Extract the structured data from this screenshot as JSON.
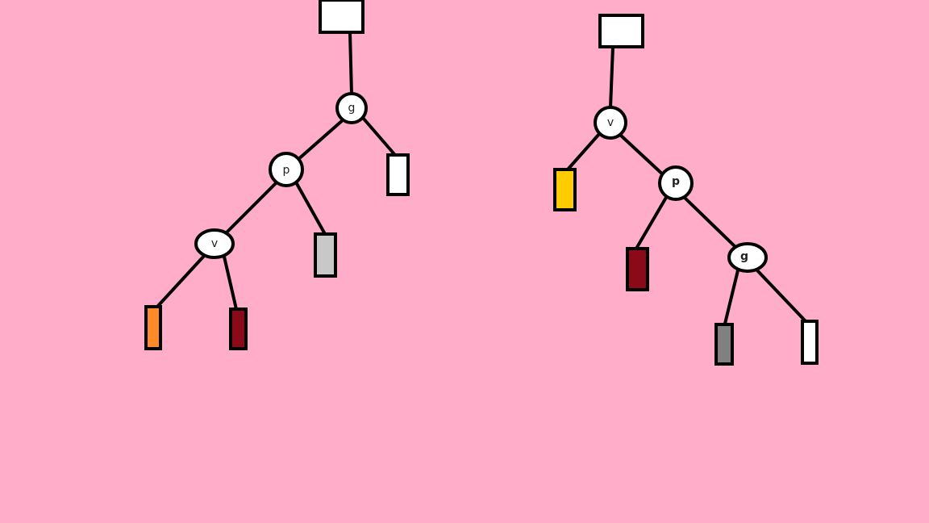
{
  "background": "#ffadc8",
  "trees": [
    {
      "id": "left",
      "nodes": [
        {
          "key": "g",
          "label": "g"
        },
        {
          "key": "p",
          "label": "p"
        },
        {
          "key": "v",
          "label": "v"
        }
      ],
      "leaves": [
        {
          "key": "top",
          "color": "#ffffff"
        },
        {
          "key": "g-right",
          "color": "#ffffff"
        },
        {
          "key": "p-right",
          "color": "#c8c8c8"
        },
        {
          "key": "v-left",
          "color": "#ff8a2a"
        },
        {
          "key": "v-right",
          "color": "#8b0a1a"
        }
      ]
    },
    {
      "id": "right",
      "nodes": [
        {
          "key": "v",
          "label": "v"
        },
        {
          "key": "p",
          "label": "p"
        },
        {
          "key": "g",
          "label": "g"
        }
      ],
      "leaves": [
        {
          "key": "top",
          "color": "#ffffff"
        },
        {
          "key": "v-left",
          "color": "#ffcc00"
        },
        {
          "key": "p-left",
          "color": "#8b0a1a"
        },
        {
          "key": "g-left",
          "color": "#808080"
        },
        {
          "key": "g-right",
          "color": "#ffffff"
        }
      ]
    }
  ]
}
